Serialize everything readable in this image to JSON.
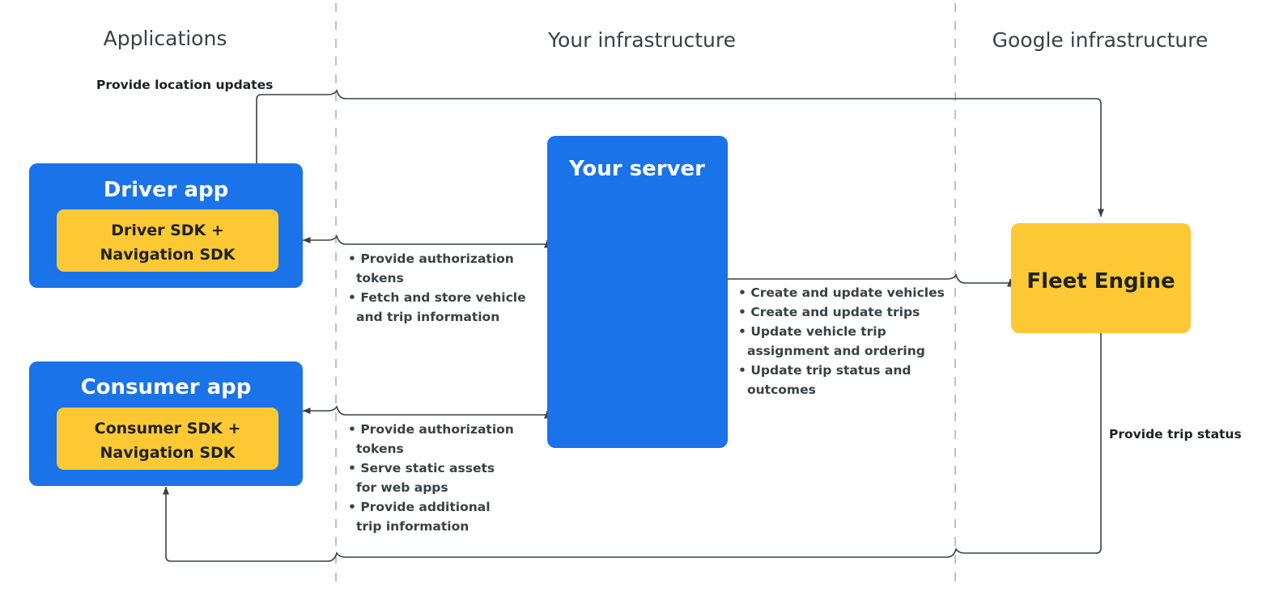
{
  "lanes": [
    {
      "id": "applications",
      "label": "Applications"
    },
    {
      "id": "your-infrastructure",
      "label": "Your infrastructure"
    },
    {
      "id": "google-infrastructure",
      "label": "Google infrastructure"
    }
  ],
  "nodes": {
    "driver_app": {
      "title": "Driver app",
      "sdk_line1": "Driver SDK +",
      "sdk_line2": "Navigation SDK"
    },
    "consumer_app": {
      "title": "Consumer app",
      "sdk_line1": "Consumer SDK +",
      "sdk_line2": "Navigation SDK"
    },
    "your_server": {
      "title": "Your server"
    },
    "fleet_engine": {
      "title": "Fleet Engine"
    }
  },
  "edges": {
    "location_updates": {
      "label": "Provide location updates"
    },
    "trip_status": {
      "label": "Provide trip status"
    },
    "driver_to_server": {
      "bullets": [
        "Provide authorization",
        "tokens",
        "Fetch and store vehicle",
        "and trip information"
      ],
      "bullet_flags": [
        true,
        false,
        true,
        false
      ]
    },
    "consumer_to_server": {
      "bullets": [
        "Provide authorization",
        "tokens",
        "Serve static assets",
        "for web apps",
        "Provide additional",
        "trip information"
      ],
      "bullet_flags": [
        true,
        false,
        true,
        false,
        true,
        false
      ]
    },
    "server_to_fleet": {
      "bullets": [
        "Create and update vehicles",
        "Create and update trips",
        "Update vehicle trip",
        "assignment and ordering",
        "Update trip status and",
        "outcomes"
      ],
      "bullet_flags": [
        true,
        true,
        true,
        false,
        true,
        false
      ]
    }
  },
  "colors": {
    "blue": "#1a73e8",
    "yellow": "#fcc934",
    "line": "#3c4043",
    "divider": "#bdc1c6",
    "title_text": "#3c4043",
    "dark_text": "#202124",
    "white": "#ffffff"
  }
}
